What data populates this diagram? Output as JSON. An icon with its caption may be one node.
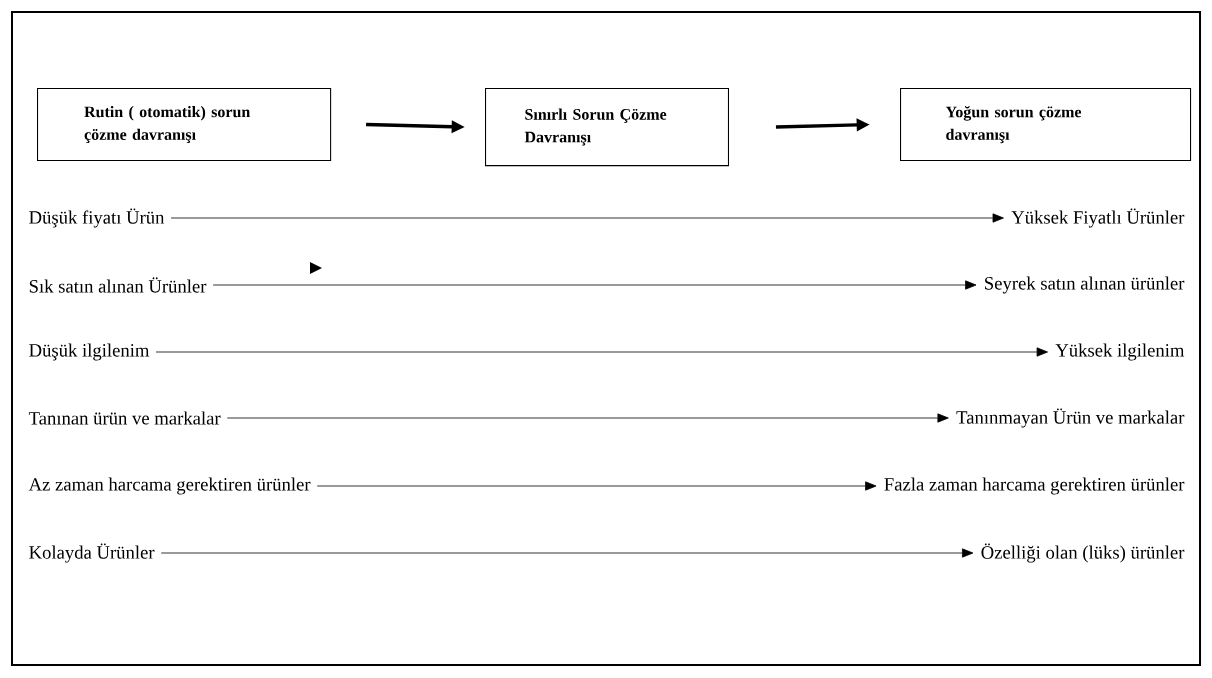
{
  "diagram": {
    "nodes": [
      {
        "text": [
          "Rutin ( otomatik) sorun çözme davranışı"
        ]
      },
      {
        "text": [
          "Sınırlı Sorun Çözme Davranışı"
        ]
      },
      {
        "text": [
          "Yoğun sorun çözme davranışı"
        ]
      },
      {
        "text": [
          "Düşük fiyatı Ürün"
        ]
      },
      {
        "text": [
          "Yüksek Fiyatlı Ürünler"
        ]
      },
      {
        "text": [
          "Sık satın alınan Ürünler"
        ]
      },
      {
        "text": [
          "Seyrek satın alınan ürünler"
        ]
      },
      {
        "text": [
          "Düşük ilgilenim"
        ]
      },
      {
        "text": [
          "Yüksek ilgilenim"
        ]
      },
      {
        "text": [
          "Tanınan ürün ve markalar"
        ]
      },
      {
        "text": [
          "Tanınmayan Ürün ve markalar"
        ]
      },
      {
        "text": [
          "Az zaman harcama gerektiren ürünler"
        ]
      },
      {
        "text": [
          "Fazla zaman harcama gerektiren ürünler"
        ]
      },
      {
        "text": [
          "Kolayda Ürünler"
        ]
      },
      {
        "text": [
          "Özelliği olan (lüks) ürünler"
        ]
      }
    ],
    "edges": [
      {
        "from": 0,
        "to": 1,
        "arrow": "to",
        "style": "thick"
      },
      {
        "from": 1,
        "to": 2,
        "arrow": "to",
        "style": "thick"
      },
      {
        "from": 3,
        "to": 4,
        "arrow": "to"
      },
      {
        "from": 5,
        "to": 6,
        "arrow": "to"
      },
      {
        "from": 7,
        "to": 8,
        "arrow": "to"
      },
      {
        "from": 9,
        "to": 10,
        "arrow": "to"
      },
      {
        "from": 11,
        "to": 12,
        "arrow": "to"
      },
      {
        "from": 13,
        "to": 14,
        "arrow": "to"
      }
    ]
  }
}
